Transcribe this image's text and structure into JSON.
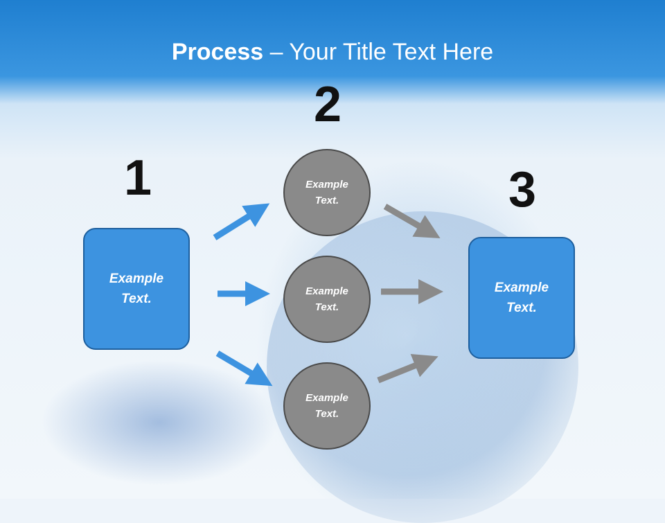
{
  "title": {
    "bold": "Process",
    "rest": " – Your Title Text Here"
  },
  "steps": [
    {
      "number": "1",
      "text": "Example Text."
    },
    {
      "number": "2",
      "items": [
        "Example Text.",
        "Example Text.",
        "Example Text."
      ]
    },
    {
      "number": "3",
      "text": "Example Text."
    }
  ],
  "colors": {
    "blue": "#3d93e0",
    "gray": "#8a8a8a",
    "header": "#2f8ad8"
  }
}
